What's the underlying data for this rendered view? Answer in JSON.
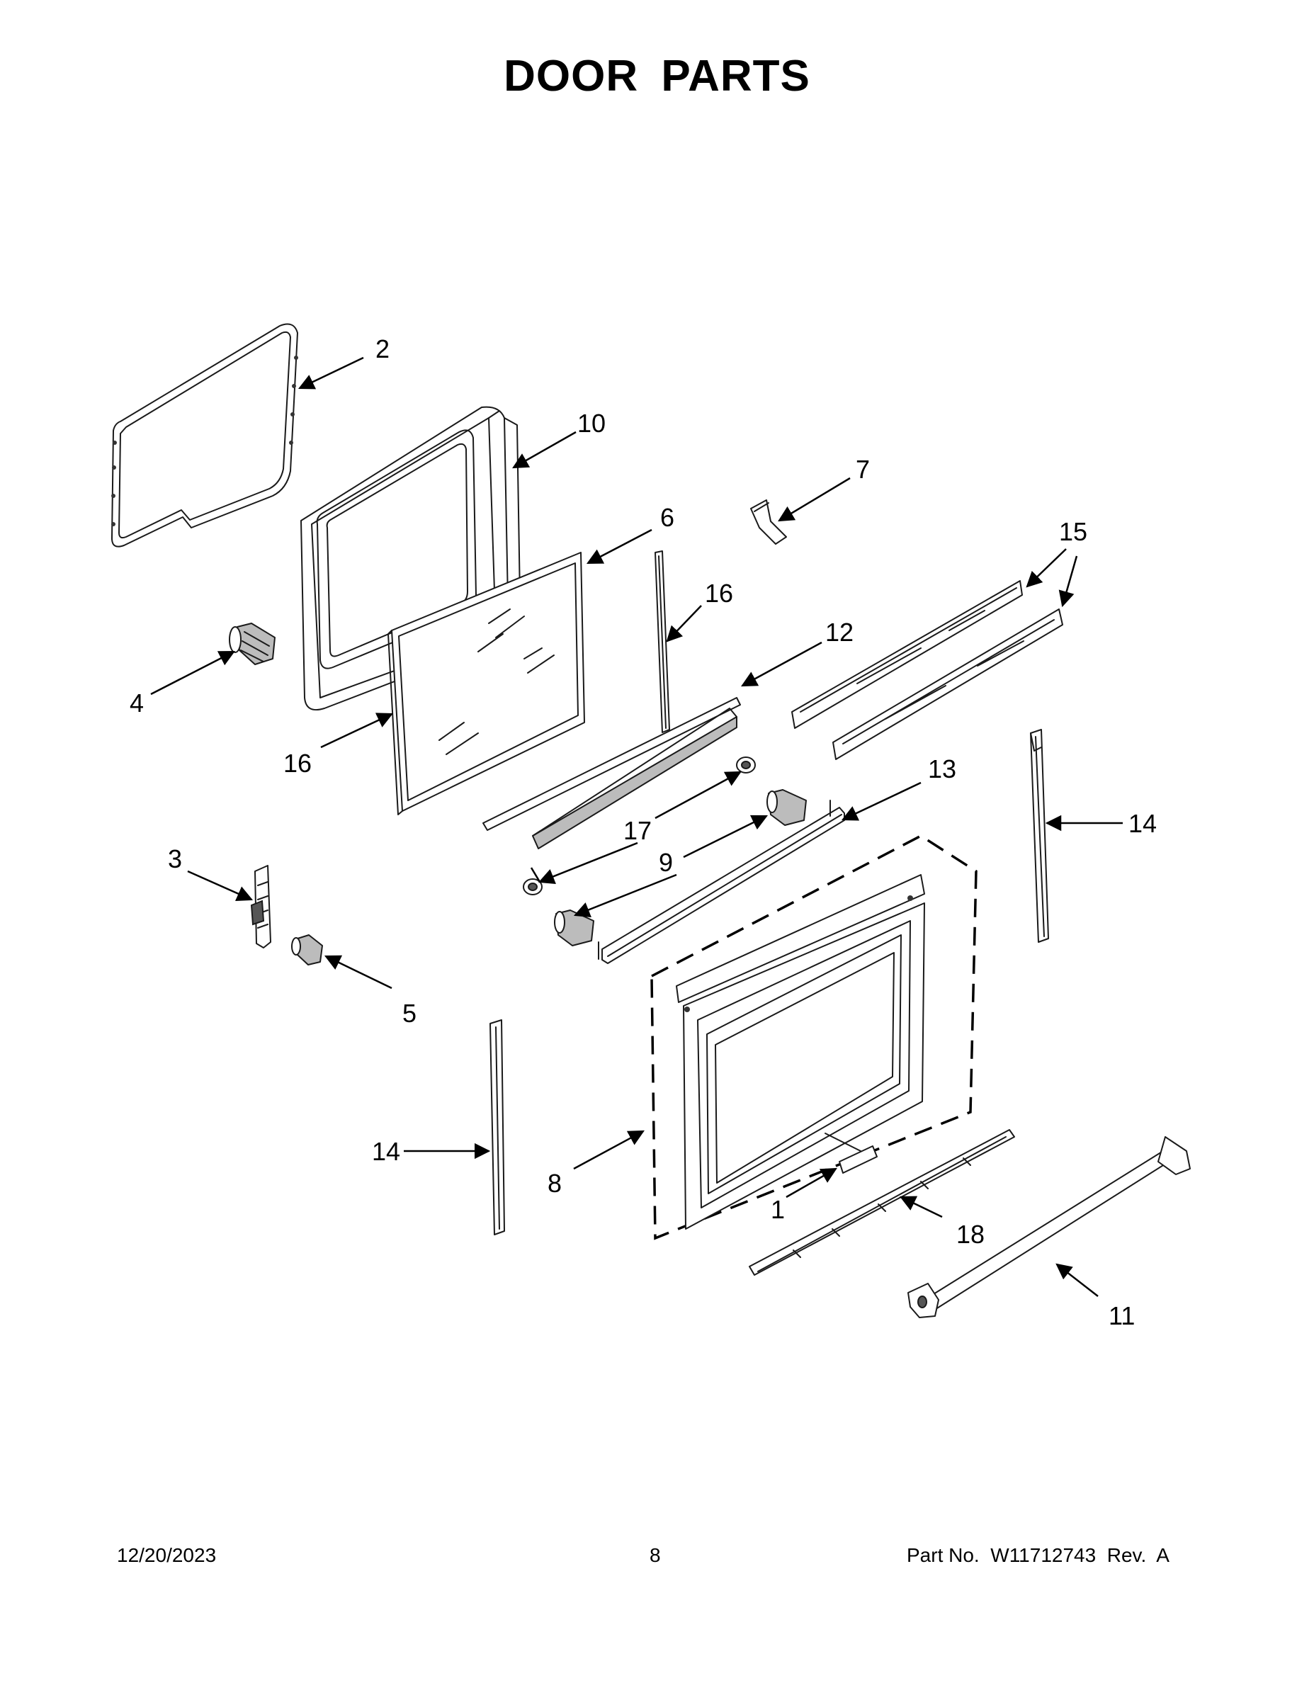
{
  "page": {
    "title": "DOOR PARTS",
    "footer": {
      "date": "12/20/2023",
      "page_number": "8",
      "part_info": "Part No.  W11712743  Rev.  A"
    }
  },
  "callouts": {
    "c2": "2",
    "c10": "10",
    "c7": "7",
    "c6": "6",
    "c15": "15",
    "c16a": "16",
    "c12": "12",
    "c4": "4",
    "c16b": "16",
    "c13": "13",
    "c17": "17",
    "c9": "9",
    "c14a": "14",
    "c3": "3",
    "c5": "5",
    "c14b": "14",
    "c8": "8",
    "c1": "1",
    "c18": "18",
    "c11": "11"
  }
}
